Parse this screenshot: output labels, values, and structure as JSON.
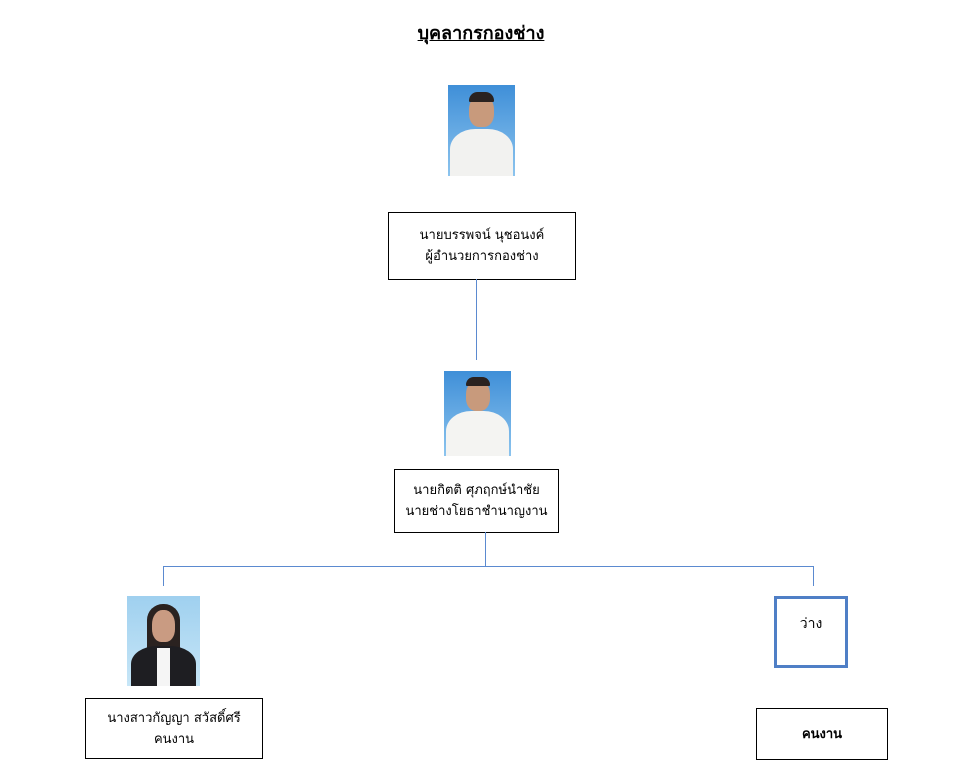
{
  "title": "บุคลากรกองช่าง",
  "director": {
    "name": "นายบรรพจน์ นุชอนงค์",
    "position": "ผู้อำนวยการกองช่าง"
  },
  "engineer": {
    "name": "นายกิตติ ศุภฤกษ์นำชัย",
    "position": "นายช่างโยธาชำนาญงาน"
  },
  "staff": {
    "name": "นางสาวกัญญา สวัสดิ์ศรี",
    "position": "คนงาน"
  },
  "vacant": {
    "label": "ว่าง",
    "position": "คนงาน"
  },
  "colors": {
    "connector": "#5b8ad0",
    "vacant_border": "#4f7fc6"
  }
}
